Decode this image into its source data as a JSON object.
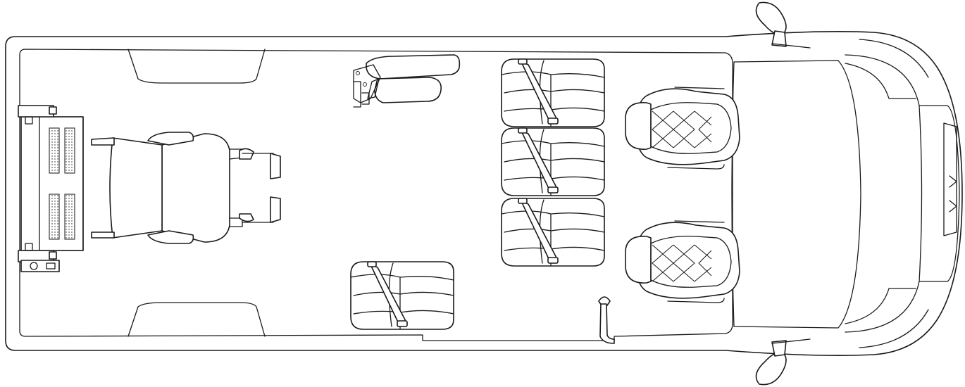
{
  "diagram": {
    "kind": "vehicle-floor-plan-top-view",
    "line_color": "#1a1a1a",
    "background": "#ffffff",
    "components": {
      "wheelchair_lift": "lift-platform",
      "wheelchair": "wheelchair",
      "folding_seat": "folding-jump-seat",
      "passenger_bench": "three-seat-bench",
      "single_seat": "single-passenger-seat",
      "front_seats": "driver-and-passenger-seats",
      "mirrors": "side-mirrors",
      "grab_handle": "entry-grab-handle"
    }
  }
}
